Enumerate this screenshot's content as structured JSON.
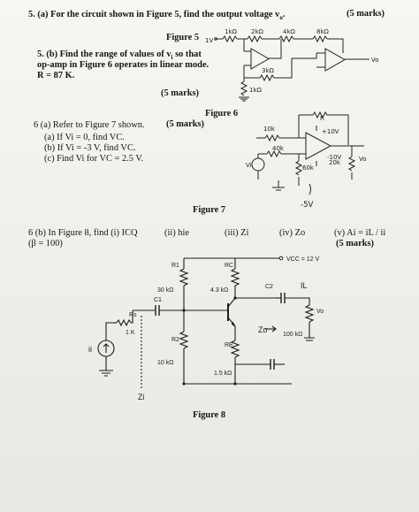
{
  "q5a": {
    "text": "5. (a) For the circuit shown in Figure 5, find the output voltage v",
    "sub": "o",
    "marks": "(5 marks)"
  },
  "q5b": {
    "line1": "5. (b) Find the range of values of v",
    "sub": "i",
    "line1_end": " so that",
    "line2": "op-amp in Figure 6 operates in linear mode.",
    "line3": "R = 87 K.",
    "marks": "(5 marks)"
  },
  "figure5": {
    "caption": "Figure 5",
    "labels": [
      "1V",
      "1kΩ",
      "2kΩ",
      "4kΩ",
      "8kΩ",
      "3kΩ",
      "1kΩ",
      "Vo"
    ]
  },
  "figure6": {
    "caption": "Figure 6",
    "labels": [
      "R",
      "10k",
      "40k",
      "+10V",
      "-10V",
      "Vi",
      "60k",
      "20k",
      "Vo",
      "-5V"
    ]
  },
  "q6a": {
    "title": "6 (a) Refer to Figure 7 shown.",
    "marks": "(5 marks)",
    "items": [
      "(a) If Vi = 0, find VC.",
      "(b) If Vi = -3 V, find VC.",
      "(c) Find Vi for VC = 2.5 V."
    ]
  },
  "figure7": {
    "caption": "Figure 7"
  },
  "q6b": {
    "title": "6 (b) In Figure 8, find  (i) ICQ",
    "beta": "(β = 100)",
    "parts": [
      "(ii) hie",
      "(iii) Zi",
      "(iv) Zo",
      "(v) Ai = iL / ii"
    ],
    "marks": "(5 marks)"
  },
  "figure8": {
    "caption": "Figure 8",
    "vcc": "VCC = 12 V",
    "r1": "R1",
    "r1_value": "30 kΩ",
    "rc": "RC",
    "rc_value": "4.3 kΩ",
    "r2": "R2",
    "r2_value": "10 kΩ",
    "re": "RE",
    "re_value": "1.5 kΩ",
    "rs": "Rs",
    "rs_value": "1 K",
    "rl_value": "100 kΩ",
    "c1": "C1",
    "c2": "C2",
    "ii": "ii",
    "il": "IL",
    "zi": "Zi",
    "zo": "Zo",
    "vo": "Vo"
  }
}
